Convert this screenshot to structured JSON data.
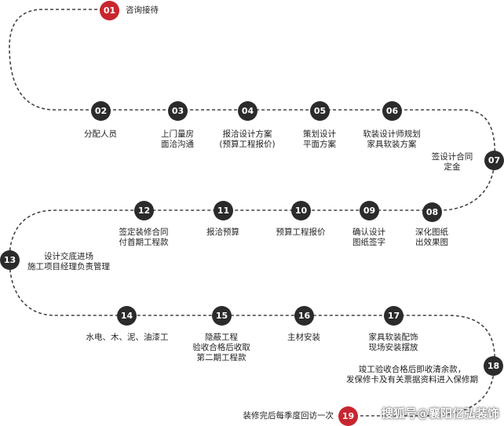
{
  "steps": [
    {
      "num": "01",
      "label": "咨询接待"
    },
    {
      "num": "02",
      "label": "分配人员"
    },
    {
      "num": "03",
      "label": "上门量房\n面洽沟通"
    },
    {
      "num": "04",
      "label": "报洽设计方案\n(预算工程报价)"
    },
    {
      "num": "05",
      "label": "策划设计\n平面方案"
    },
    {
      "num": "06",
      "label": "软装设计师规划\n家具软装方案"
    },
    {
      "num": "07",
      "label": "签设计合同\n定金"
    },
    {
      "num": "08",
      "label": "深化图纸\n出效果图"
    },
    {
      "num": "09",
      "label": "确认设计\n图纸签字"
    },
    {
      "num": "10",
      "label": "预算工程报价"
    },
    {
      "num": "11",
      "label": "报洽预算"
    },
    {
      "num": "12",
      "label": "签定装修合同\n付首期工程款"
    },
    {
      "num": "13",
      "label": "设计交底进场\n施工项目经理负责管理"
    },
    {
      "num": "14",
      "label": "水电、木、泥、油漆工"
    },
    {
      "num": "15",
      "label": "隐蔽工程\n验收合格后收取\n第二期工程款"
    },
    {
      "num": "16",
      "label": "主材安装"
    },
    {
      "num": "17",
      "label": "家具软装配饰\n现场安装摆放"
    },
    {
      "num": "18",
      "label": "竣工验收合格后即收清余款，\n发保修卡及有关票据资料进入保修期"
    },
    {
      "num": "19",
      "label": "装修完后每季度回访一次"
    }
  ],
  "watermark": "搜狐号@襄阳亿弘装饰",
  "colors": {
    "path": "#444444",
    "badge": "#2b2b2b",
    "badge_red": "#c8262f"
  }
}
